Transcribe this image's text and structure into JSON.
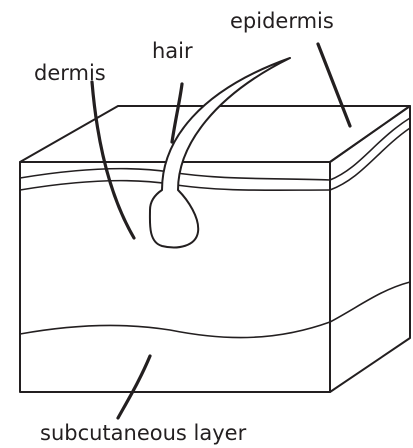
{
  "labels": {
    "epidermis": "epidermis",
    "hair": "hair",
    "dermis": "dermis",
    "subcutaneous": "subcutaneous layer"
  },
  "colors": {
    "ink": "#231f20",
    "background": "#ffffff"
  }
}
